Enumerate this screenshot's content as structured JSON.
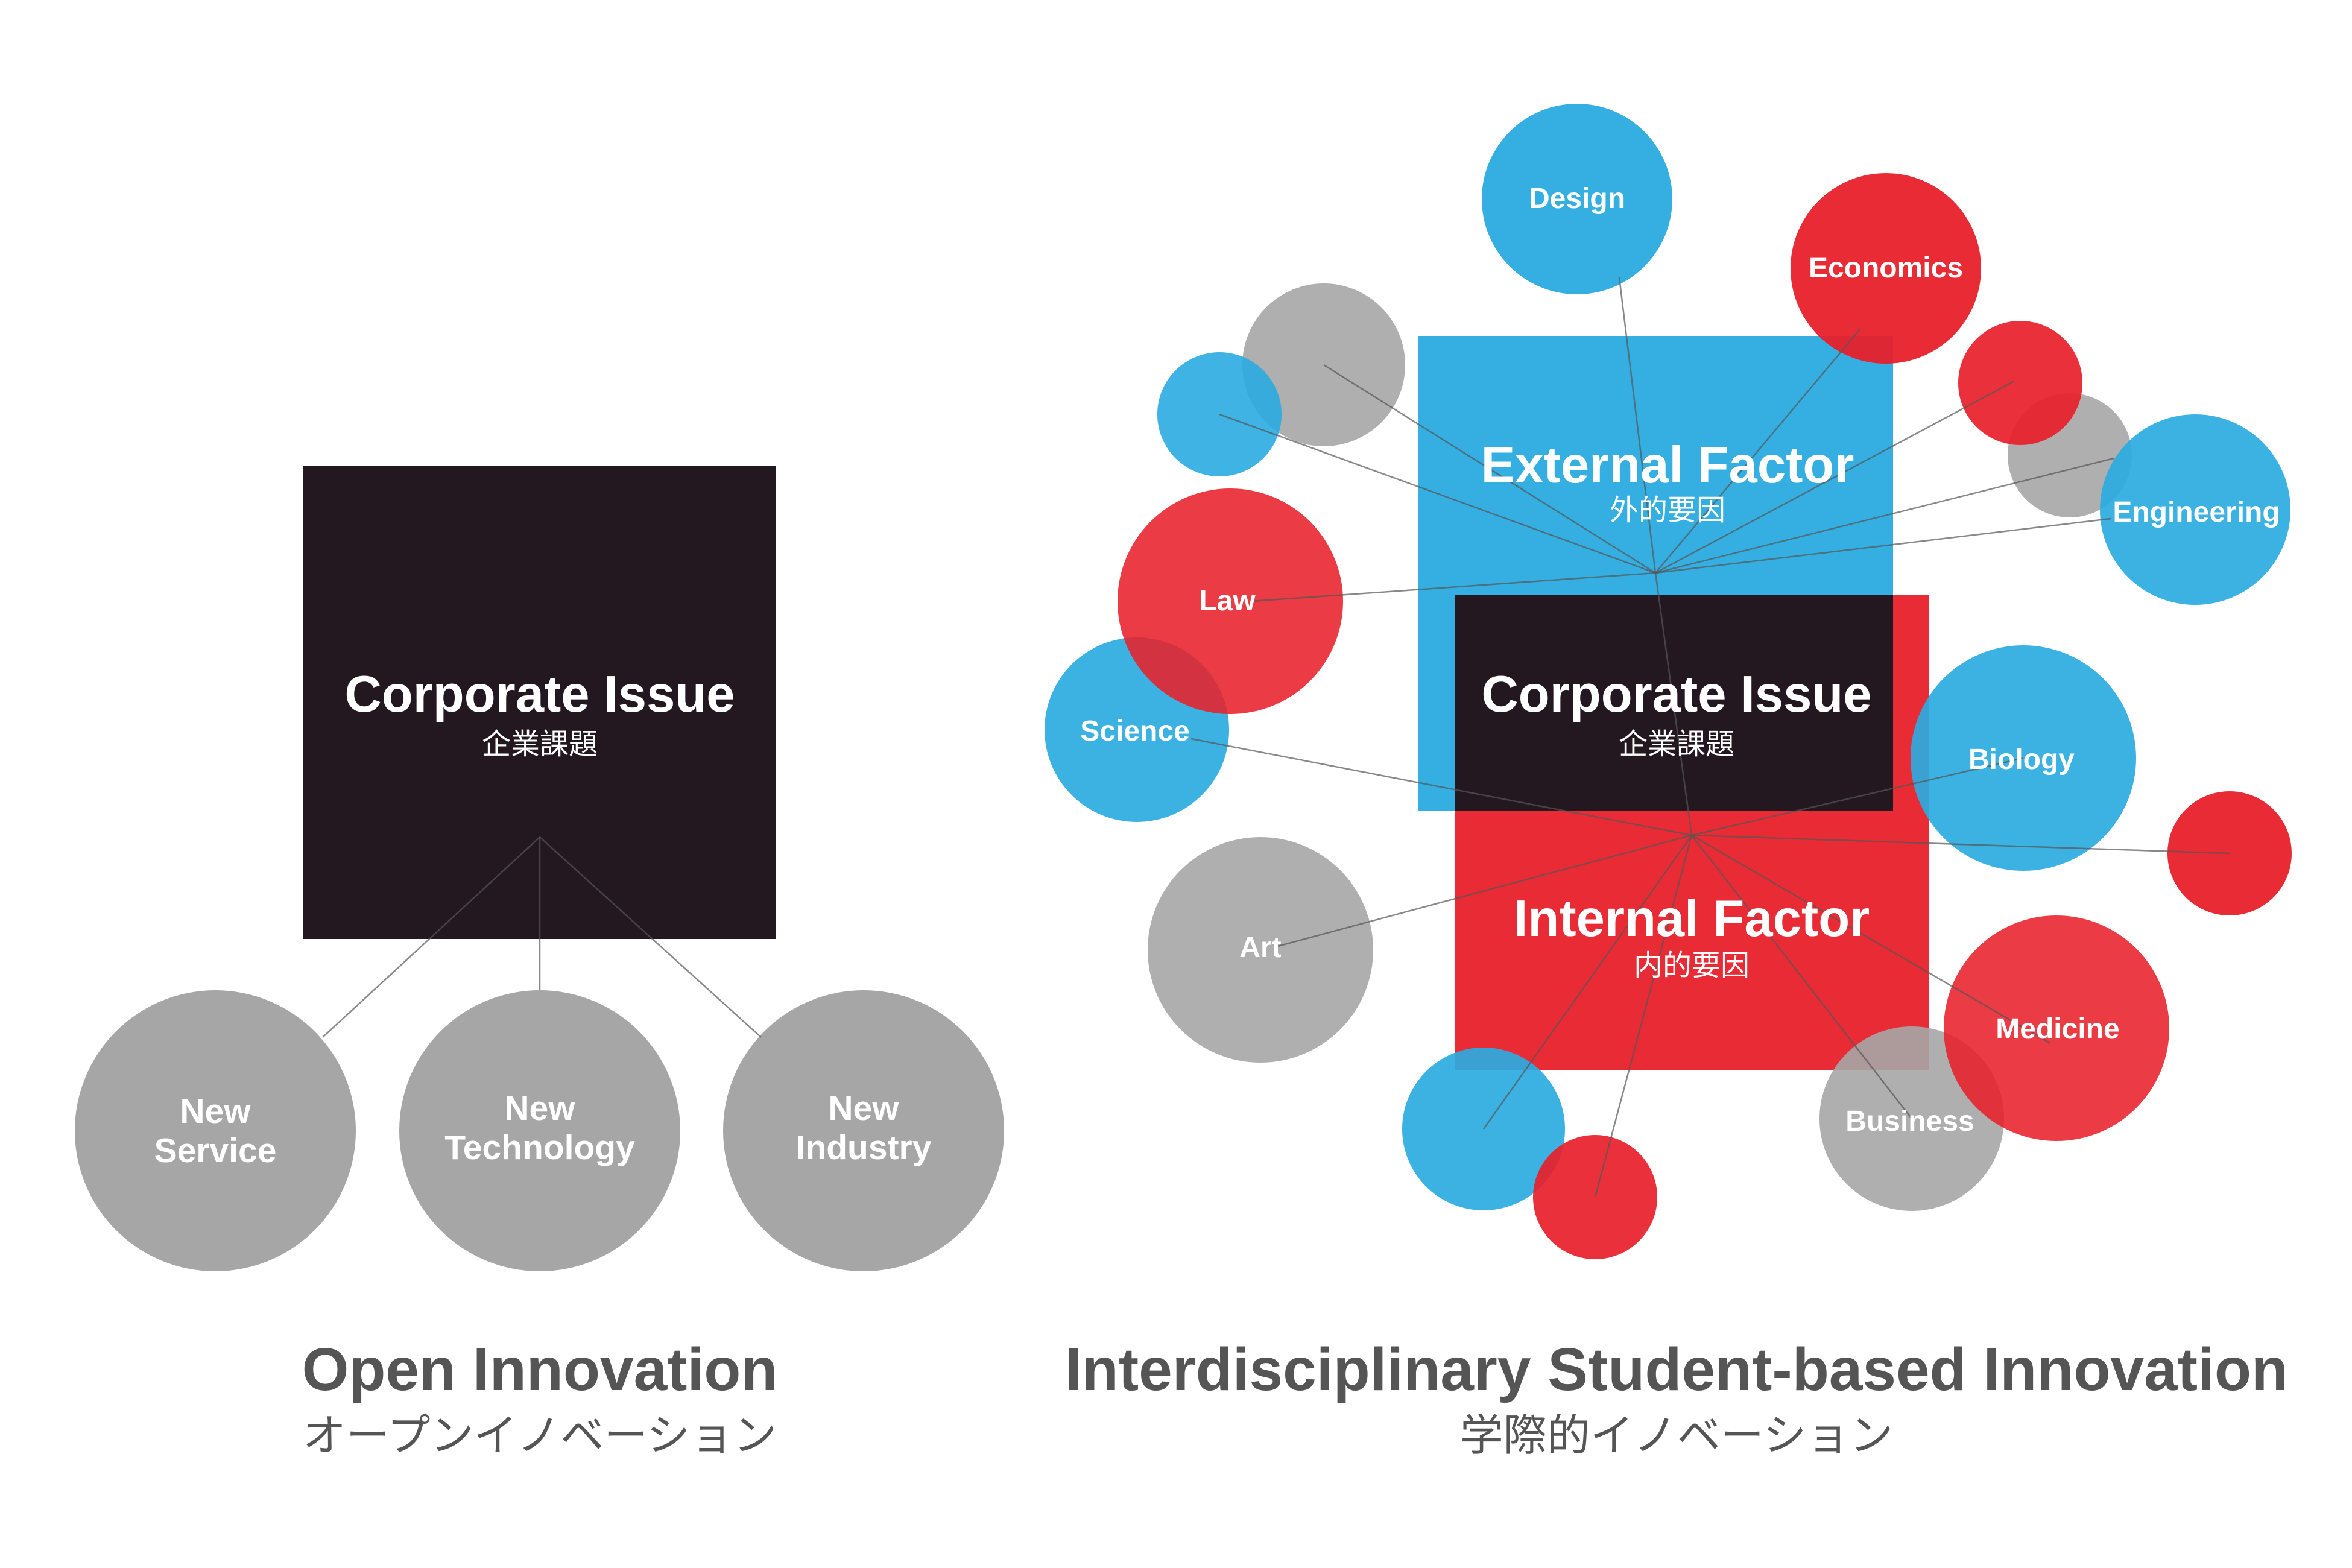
{
  "colors": {
    "blue": "#2aabe0",
    "red": "#e8202a",
    "gray": "#a6a6a6",
    "dark": "#231720",
    "caption": "#555555"
  },
  "left_diagram": {
    "box": {
      "title": "Corporate Issue",
      "subtitle": "企業課題"
    },
    "circles": [
      {
        "line1": "New",
        "line2": "Service"
      },
      {
        "line1": "New",
        "line2": "Technology"
      },
      {
        "line1": "New",
        "line2": "Industry"
      }
    ],
    "caption": {
      "title": "Open Innovation",
      "subtitle": "オープンイノベーション"
    }
  },
  "right_diagram": {
    "external_box": {
      "title": "External Factor",
      "subtitle": "外的要因"
    },
    "corporate_box": {
      "title": "Corporate Issue",
      "subtitle": "企業課題"
    },
    "internal_box": {
      "title": "Internal Factor",
      "subtitle": "内的要因"
    },
    "discipline_labels": {
      "design": "Design",
      "economics": "Economics",
      "engineering": "Engineering",
      "law": "Law",
      "science": "Science",
      "biology": "Biology",
      "art": "Art",
      "medicine": "Medicine",
      "business": "Business"
    },
    "caption": {
      "title": "Interdisciplinary Student-based Innovation",
      "subtitle": "学際的イノベーション"
    }
  }
}
